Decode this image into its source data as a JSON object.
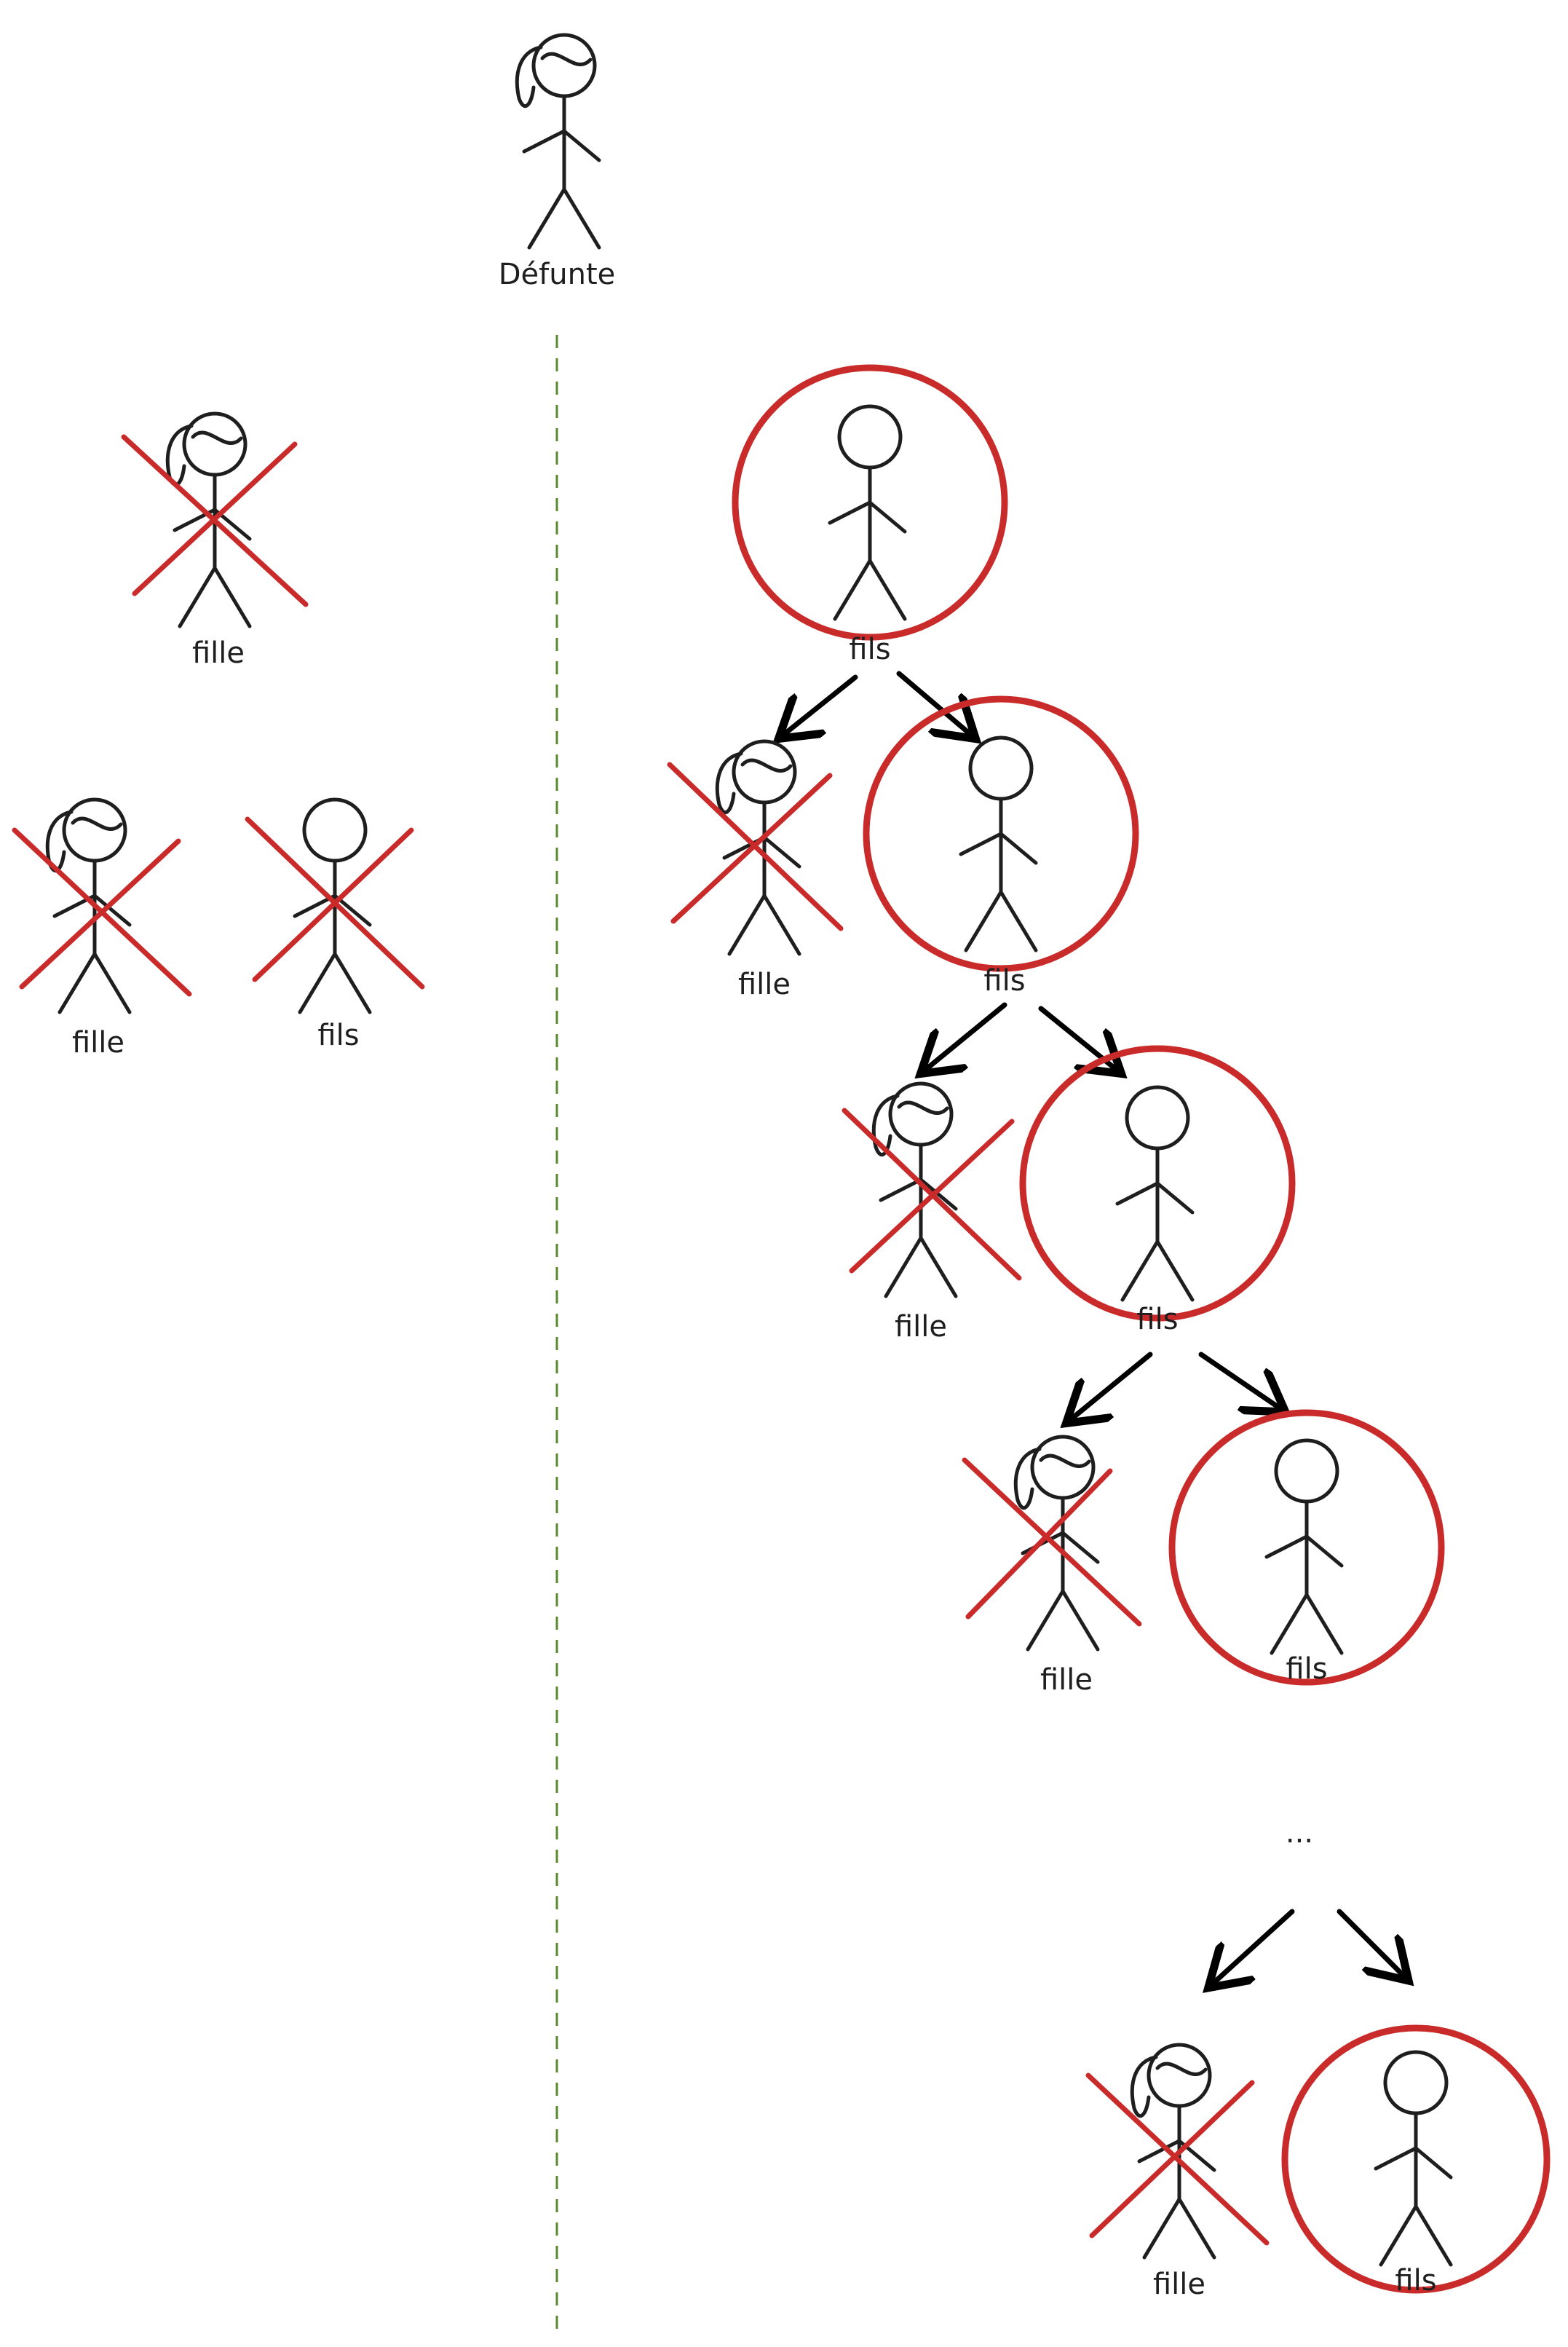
{
  "colors": {
    "ink": "#1e1e1e",
    "cross": "#c92a2a",
    "circle": "#c92a2a",
    "divider": "#5a8a2e",
    "background": "#ffffff"
  },
  "labels": {
    "deceased": "Défunte",
    "daughter": "fille",
    "son": "fils",
    "continuation": "..."
  },
  "left_branch": {
    "daughter_1": {
      "label": "fille",
      "crossed": true
    },
    "daughter_2": {
      "label": "fille",
      "crossed": true
    },
    "son_1": {
      "label": "fils",
      "crossed": true
    }
  },
  "right_branch": {
    "generations": [
      {
        "son": {
          "label": "fils",
          "circled": true
        }
      },
      {
        "daughter": {
          "label": "fille",
          "crossed": true
        },
        "son": {
          "label": "fils",
          "circled": true
        }
      },
      {
        "daughter": {
          "label": "fille",
          "crossed": true
        },
        "son": {
          "label": "fils",
          "circled": true
        }
      },
      {
        "daughter": {
          "label": "fille",
          "crossed": true
        },
        "son": {
          "label": "fils",
          "circled": true
        }
      },
      {
        "daughter": {
          "label": "fille",
          "crossed": true
        },
        "son": {
          "label": "fils",
          "circled": true
        }
      }
    ]
  }
}
